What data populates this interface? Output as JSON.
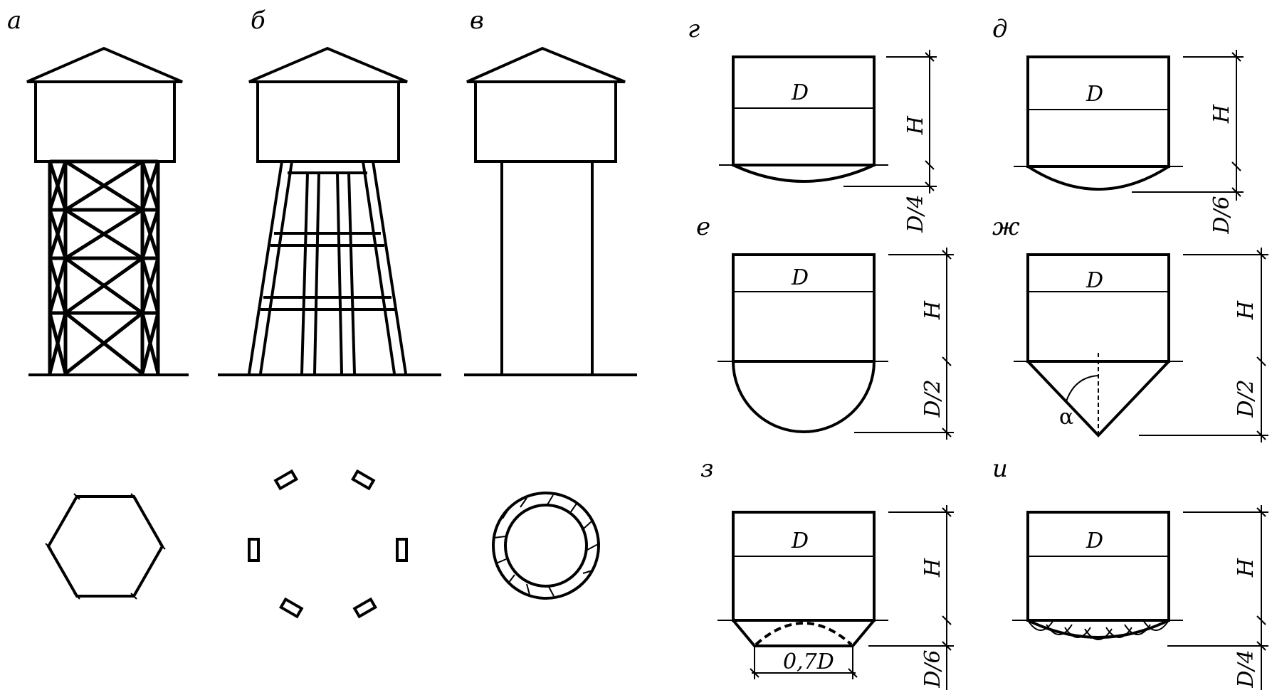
{
  "panel_labels": {
    "a": "а",
    "b": "б",
    "v": "в",
    "g": "г",
    "d": "д",
    "e": "е",
    "zh": "ж",
    "z": "з",
    "i": "и"
  },
  "dimension_labels": {
    "diameter": "D",
    "height": "H",
    "quarter_d": "D/4",
    "sixth_d": "D/6",
    "half_d": "D/2",
    "angle": "α",
    "seventenths_d": "0,7D"
  }
}
